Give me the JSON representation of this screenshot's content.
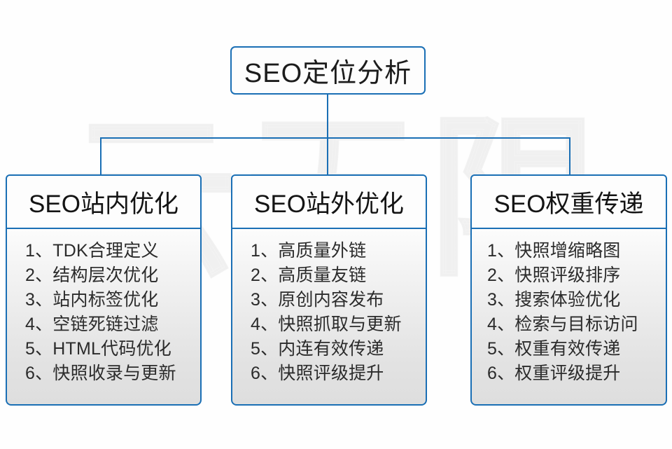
{
  "diagram": {
    "watermark_text": "云无限",
    "accent_color": "#1a6fb5",
    "text_color": "#1c1c1c",
    "root": {
      "title": "SEO定位分析"
    },
    "columns": [
      {
        "header": "SEO站内优化",
        "items": [
          "1、TDK合理定义",
          "2、结构层次优化",
          "3、站内标签优化",
          "4、空链死链过滤",
          "5、HTML代码优化",
          "6、快照收录与更新"
        ]
      },
      {
        "header": "SEO站外优化",
        "items": [
          "1、高质量外链",
          "2、高质量友链",
          "3、原创内容发布",
          "4、快照抓取与更新",
          "5、内连有效传递",
          "6、快照评级提升"
        ]
      },
      {
        "header": "SEO权重传递",
        "items": [
          "1、快照增缩略图",
          "2、快照评级排序",
          "3、搜索体验优化",
          "4、检索与目标访问",
          "5、权重有效传递",
          "6、权重评级提升"
        ]
      }
    ]
  }
}
